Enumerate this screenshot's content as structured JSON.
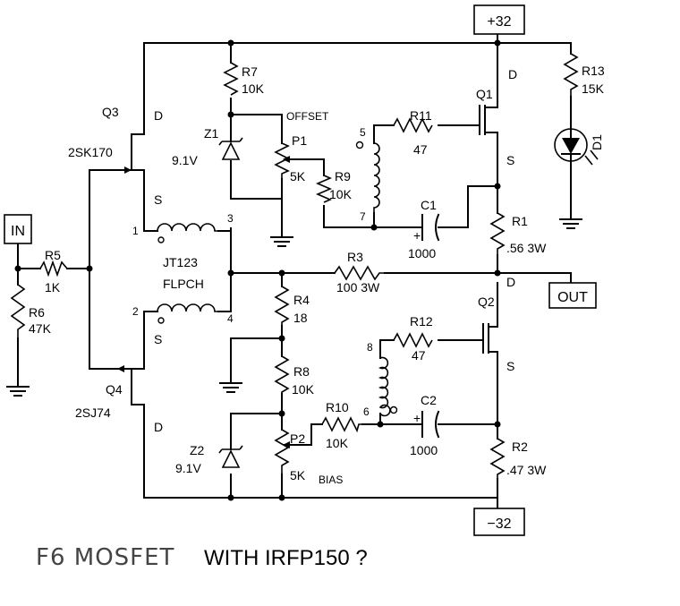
{
  "rails": {
    "pos": "+32",
    "neg": "−32"
  },
  "terminals": {
    "in": "IN",
    "out": "OUT"
  },
  "transistors": {
    "q1": "Q1",
    "q2": "Q2",
    "q3": "Q3",
    "q3_part": "2SK170",
    "q4": "Q4",
    "q4_part": "2SJ74",
    "d": "D",
    "s": "S"
  },
  "resistors": {
    "r1": "R1",
    "r1v": ".56 3W",
    "r2": "R2",
    "r2v": ".47 3W",
    "r3": "R3",
    "r3v": "100 3W",
    "r4": "R4",
    "r4v": "18",
    "r5": "R5",
    "r5v": "1K",
    "r6": "R6",
    "r6v": "47K",
    "r7": "R7",
    "r7v": "10K",
    "r8": "R8",
    "r8v": "10K",
    "r9": "R9",
    "r9v": "10K",
    "r10": "R10",
    "r10v": "10K",
    "r11": "R11",
    "r11v": "47",
    "r12": "R12",
    "r12v": "47",
    "r13": "R13",
    "r13v": "15K"
  },
  "pots": {
    "p1": "P1",
    "p1v": "5K",
    "p1n": "OFFSET",
    "p2": "P2",
    "p2v": "5K",
    "p2n": "BIAS"
  },
  "zeners": {
    "z1": "Z1",
    "z1v": "9.1V",
    "z2": "Z2",
    "z2v": "9.1V"
  },
  "caps": {
    "c1": "C1",
    "c1v": "1000",
    "c2": "C2",
    "c2v": "1000",
    "plus": "+"
  },
  "led": {
    "d1": "D1"
  },
  "transformer": {
    "name1": "JT123",
    "name2": "FLPCH",
    "p1": "1",
    "p2": "2",
    "p3": "3",
    "p4": "4"
  },
  "coil_pins": {
    "p5": "5",
    "p7": "7",
    "p8": "8",
    "p6": "6"
  },
  "caption": {
    "title": "F6 MOSFET",
    "note": "WITH IRFP150 ?"
  }
}
